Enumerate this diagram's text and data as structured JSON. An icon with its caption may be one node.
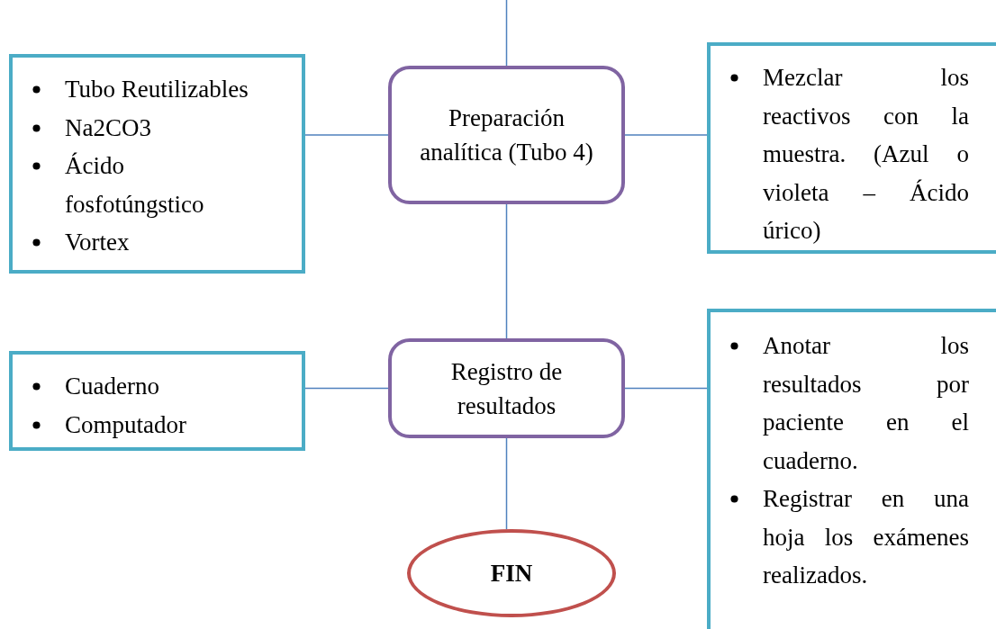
{
  "diagram": {
    "nodes": [
      {
        "text": [
          "Tubo Reutilizables",
          "Na2CO3",
          "Ácido fosfotúngstico",
          "Vortex"
        ]
      },
      {
        "text": [
          "Preparación analítica (Tubo 4)"
        ]
      },
      {
        "text": [
          "Mezclar los reactivos con la muestra. (Azul o violeta – Ácido úrico)"
        ]
      },
      {
        "text": [
          "Cuaderno",
          "Computador"
        ]
      },
      {
        "text": [
          "Registro de resultados"
        ]
      },
      {
        "text": [
          "Anotar los resultados por paciente en el cuaderno.",
          "Registrar en una hoja los exámenes realizados."
        ]
      },
      {
        "text": [
          "FIN"
        ]
      }
    ],
    "edges": [
      {
        "from": null,
        "to": 1,
        "arrow": "none"
      },
      {
        "from": 1,
        "to": 0,
        "arrow": "none"
      },
      {
        "from": 1,
        "to": 2,
        "arrow": "none"
      },
      {
        "from": 1,
        "to": 4,
        "arrow": "none"
      },
      {
        "from": 4,
        "to": 3,
        "arrow": "none"
      },
      {
        "from": 4,
        "to": 5,
        "arrow": "none"
      },
      {
        "from": 4,
        "to": 6,
        "arrow": "none"
      }
    ]
  }
}
